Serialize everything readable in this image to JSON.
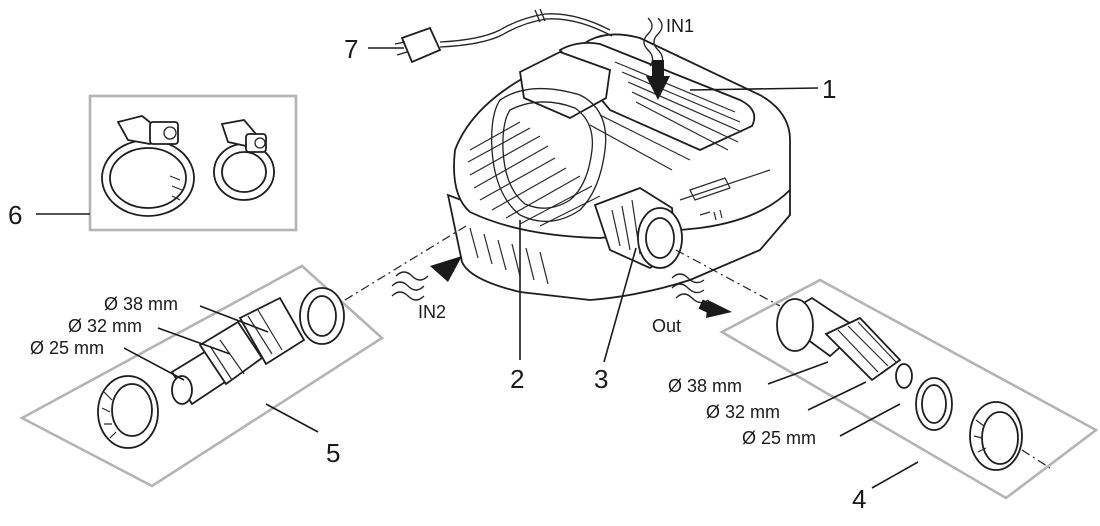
{
  "callouts": {
    "pump": "1",
    "filter_cage": "2",
    "outlet": "3",
    "outlet_kit": "4",
    "inlet_kit": "5",
    "hose_clamps": "6",
    "power_cable": "7"
  },
  "flows": {
    "inlet1": "IN1",
    "inlet2": "IN2",
    "outlet": "Out"
  },
  "inlet_kit_sizes": [
    "Ø 38 mm",
    "Ø 32 mm",
    "Ø 25 mm"
  ],
  "outlet_kit_sizes": [
    "Ø 38 mm",
    "Ø 32 mm",
    "Ø 25 mm"
  ],
  "colors": {
    "line": "#1a1a1a",
    "frame": "#b4b4b4",
    "background": "#ffffff"
  }
}
